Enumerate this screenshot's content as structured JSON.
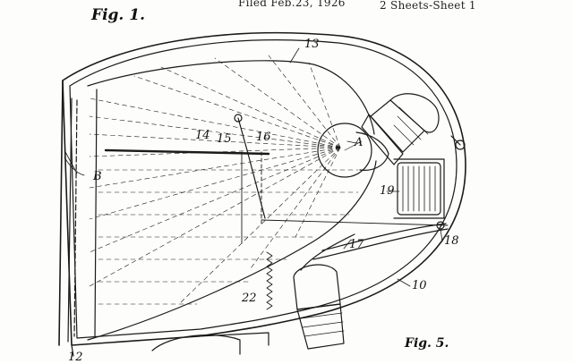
{
  "header": {
    "filed": "Filed Feb.23, 1926",
    "sheets": "2 Sheets-Sheet 1"
  },
  "figures": {
    "fig1": "Fig. 1.",
    "fig5": "Fig. 5."
  },
  "refs": {
    "r13": "13",
    "r14": "14",
    "r15": "15",
    "r16": "16",
    "rA": "A",
    "rB": "B",
    "r19": "19",
    "r17": "17",
    "r18": "18",
    "r10": "10",
    "r22": "22",
    "r12": "12"
  },
  "colors": {
    "ink": "#1a1a1a",
    "paper": "#fdfdfb"
  }
}
